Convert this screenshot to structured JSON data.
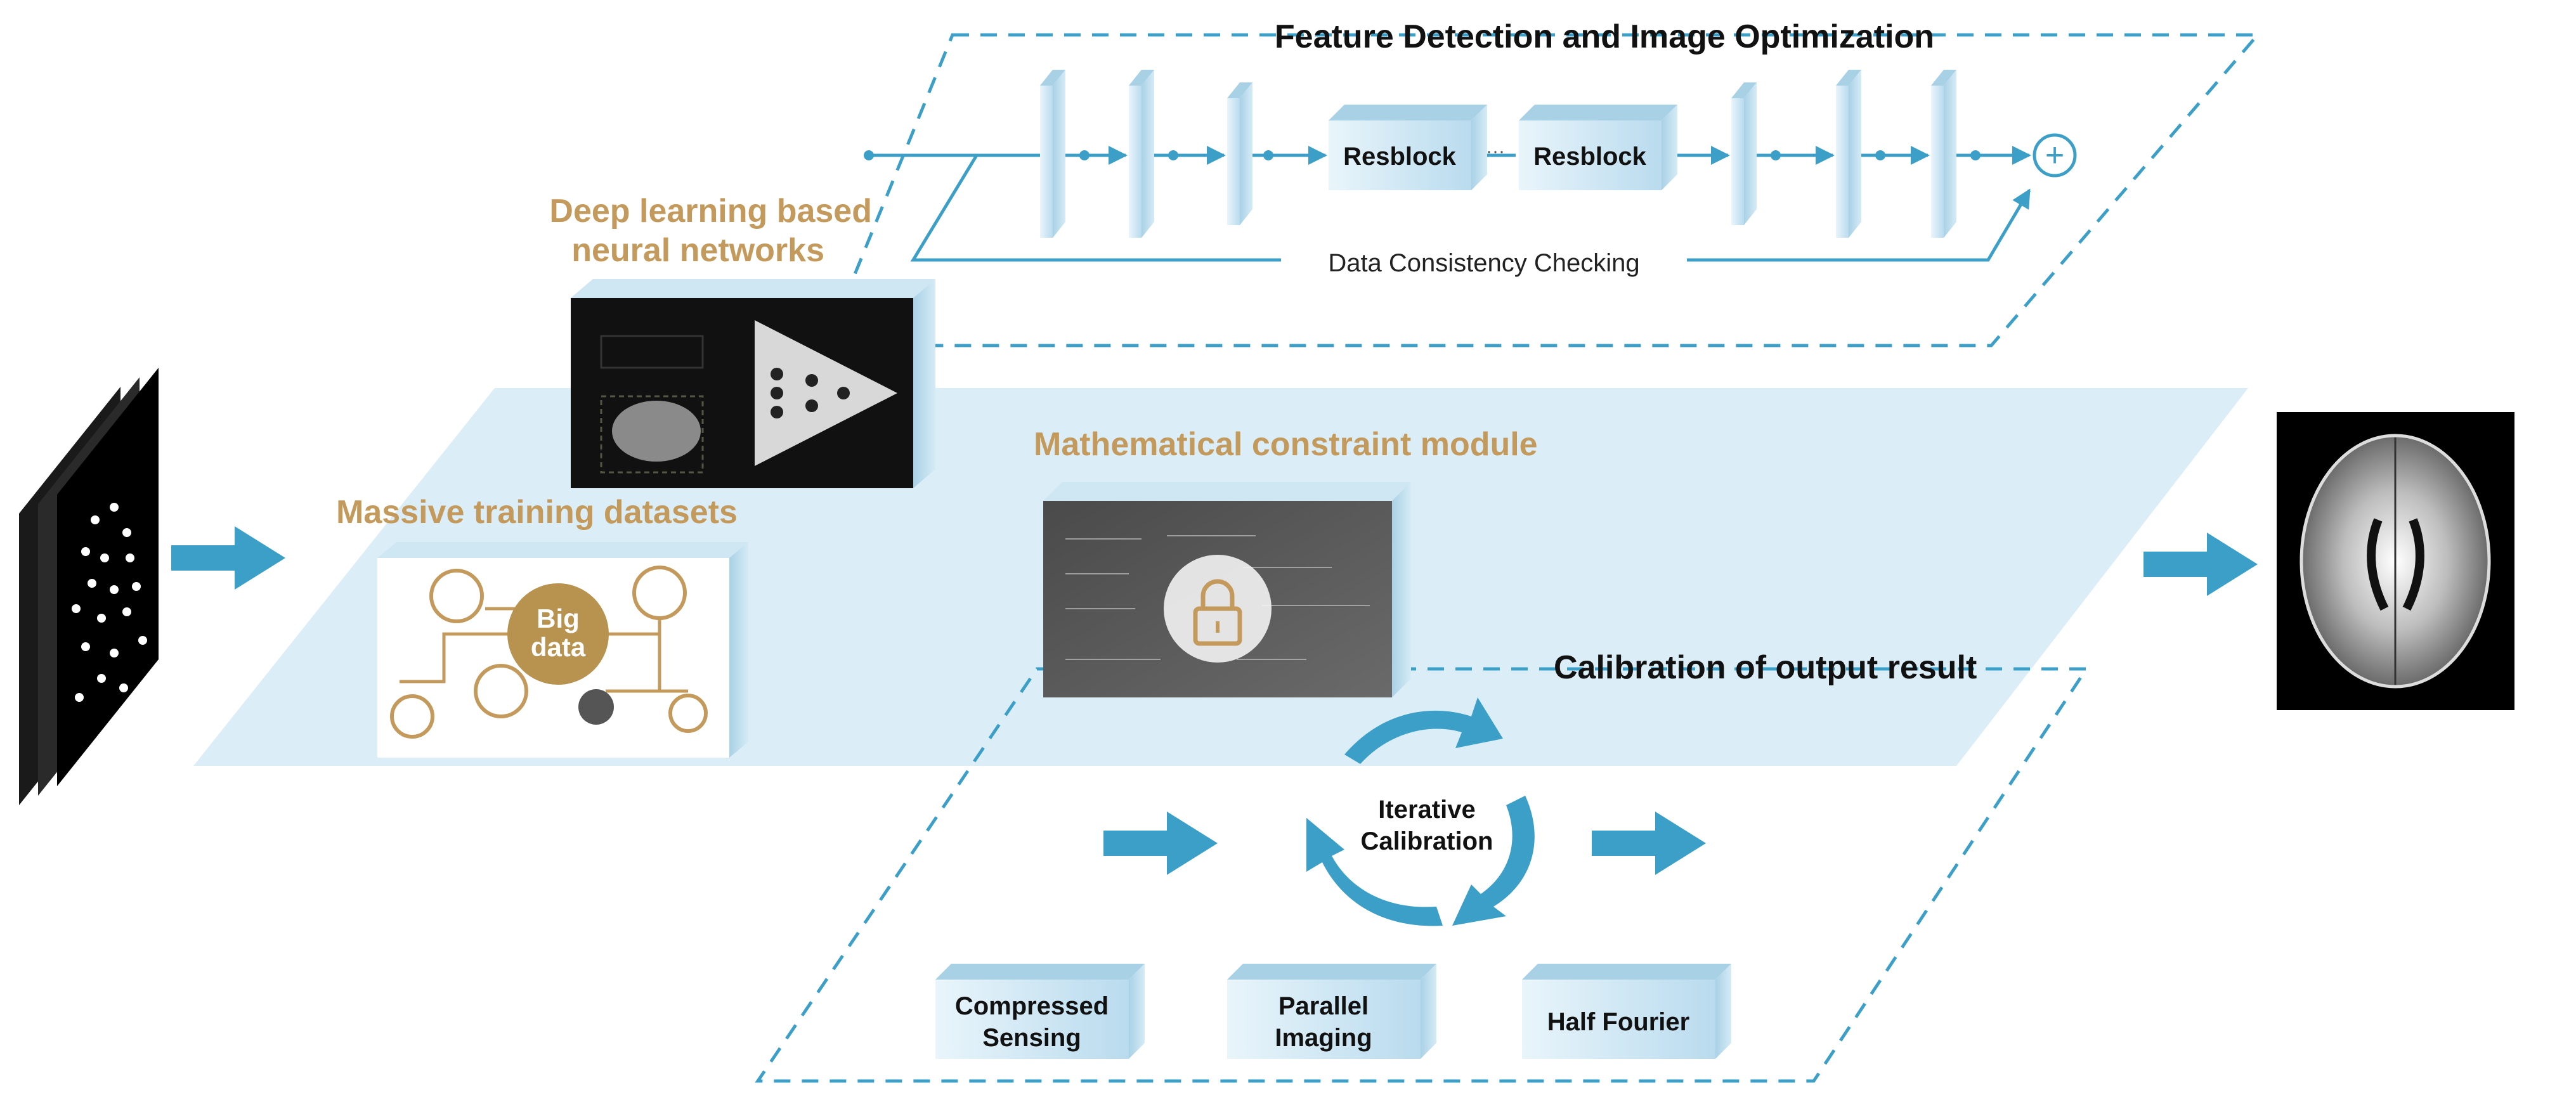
{
  "feature_title": "Feature Detection and Image Optimization",
  "resblock_1": "Resblock",
  "resblock_2": "Resblock",
  "resblock_dots": "···",
  "data_consistency": "Data Consistency Checking",
  "plus_symbol": "+",
  "dl_label_line1": "Deep learning based",
  "dl_label_line2": "neural networks",
  "training_label": "Massive training datasets",
  "big_data_line1": "Big",
  "big_data_line2": "data",
  "math_label": "Mathematical constraint module",
  "calibration_label": "Calibration of output result",
  "iterative_line1": "Iterative",
  "iterative_line2": "Calibration",
  "methods": [
    {
      "line1": "Compressed",
      "line2": "Sensing"
    },
    {
      "line1": "Parallel",
      "line2": "Imaging"
    },
    {
      "line1": "Half Fourier",
      "line2": ""
    }
  ],
  "colors": {
    "accent_blue": "#3b9fc8",
    "light_plane": "#dbeef8",
    "gold_label": "#c39a5b",
    "block_face": "#cfe6f3"
  }
}
